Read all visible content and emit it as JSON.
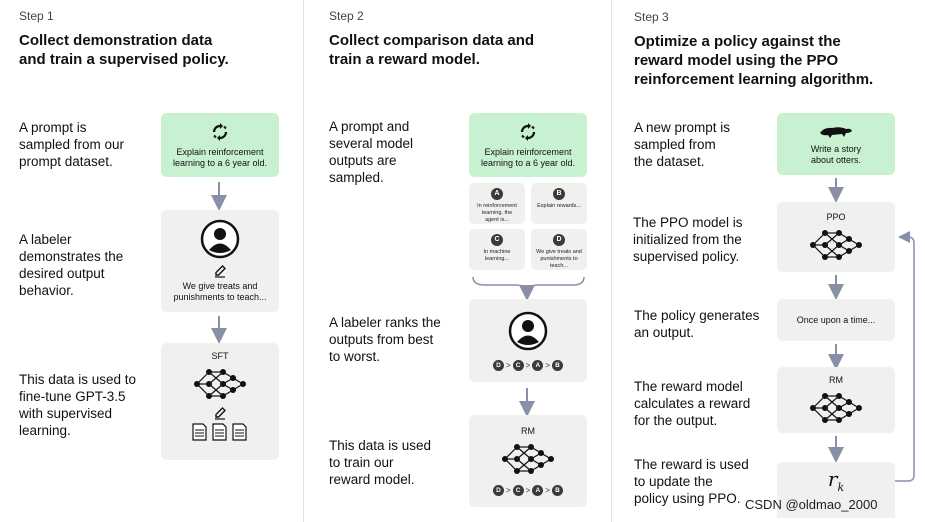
{
  "steps": [
    {
      "step_label": "Step 1",
      "title_line1": "Collect demonstration data",
      "title_line2": "and train a supervised policy.",
      "row1": [
        "A prompt is",
        "sampled from our",
        "prompt dataset."
      ],
      "row2": [
        "A labeler",
        "demonstrates the",
        "desired output",
        "behavior."
      ],
      "row3": [
        "This data is used to",
        "fine-tune GPT-3.5",
        "with supervised",
        "learning."
      ],
      "prompt_line1": "Explain reinforcement",
      "prompt_line2": "learning to a 6 year old.",
      "demo_line1": "We give treats and",
      "demo_line2": "punishments to teach...",
      "model_label": "SFT"
    },
    {
      "step_label": "Step 2",
      "title_line1": "Collect comparison data and",
      "title_line2": "train a reward model.",
      "row1": [
        "A prompt and",
        "several model",
        "outputs are",
        "sampled."
      ],
      "row2": [
        "A labeler ranks the",
        "outputs from best",
        "to worst."
      ],
      "row3": [
        "This data is used",
        "to train our",
        "reward model."
      ],
      "prompt_line1": "Explain reinforcement",
      "prompt_line2": "learning to a 6 year old.",
      "outputs": [
        {
          "letter": "A",
          "lines": [
            "In reinforcement",
            "learning, the",
            "agent is..."
          ]
        },
        {
          "letter": "B",
          "lines": [
            "Explain rewards..."
          ]
        },
        {
          "letter": "C",
          "lines": [
            "In machine",
            "learning..."
          ]
        },
        {
          "letter": "D",
          "lines": [
            "We give treats and",
            "punishments to",
            "teach..."
          ]
        }
      ],
      "ranking": [
        "D",
        "C",
        "A",
        "B"
      ],
      "model_label": "RM"
    },
    {
      "step_label": "Step 3",
      "title_line1": "Optimize a policy against the",
      "title_line2": "reward model using the PPO",
      "title_line3": "reinforcement learning algorithm.",
      "row1": [
        "A new prompt is",
        "sampled from",
        "the dataset."
      ],
      "row2": [
        "The PPO model is",
        "initialized from the",
        "supervised policy."
      ],
      "row3": [
        "The policy generates",
        "an output."
      ],
      "row4": [
        "The reward model",
        "calculates a reward",
        "for the output."
      ],
      "row5": [
        "The reward is used",
        "to update the",
        "policy using PPO."
      ],
      "prompt_line1": "Write a story",
      "prompt_line2": "about otters.",
      "ppo_label": "PPO",
      "output_text": "Once upon a time...",
      "rm_label": "RM",
      "reward_symbol": "r",
      "reward_sub": "k"
    }
  ],
  "ranking_sep": ">",
  "watermark": "CSDN @oldmao_2000",
  "colors": {
    "prompt_bg": "#c7f1d0",
    "box_bg": "#f0f0ee",
    "arrow": "#8a8fa8"
  }
}
